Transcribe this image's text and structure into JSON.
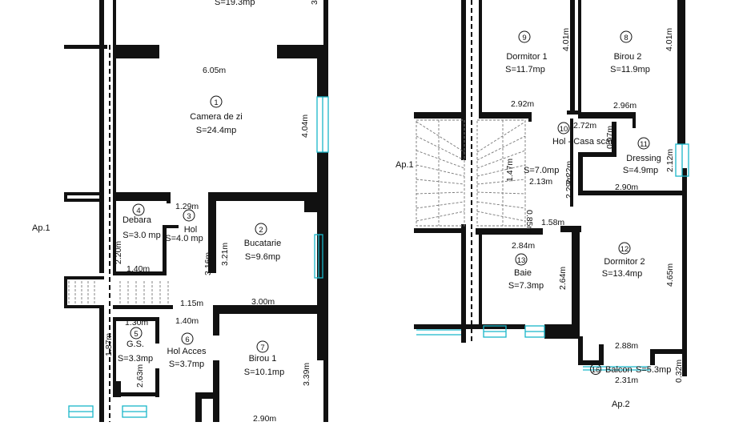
{
  "colors": {
    "walls": "#111111",
    "windows": "#19b6c9",
    "background": "#ffffff"
  },
  "apartments": [
    {
      "label": "Ap.1",
      "rooms": [
        {
          "no": "1",
          "name": "Camera de zi",
          "area": "S=24.4mp"
        },
        {
          "no": "2",
          "name": "Bucatarie",
          "area": "S=9.6mp"
        },
        {
          "no": "3",
          "name": "Hol",
          "area": "S=4.0 mp"
        },
        {
          "no": "4",
          "name": "Debara",
          "area": "S=3.0 mp"
        },
        {
          "no": "5",
          "name": "G.S.",
          "area": "S=3.3mp"
        },
        {
          "no": "6",
          "name": "Hol Acces",
          "area": "S=3.7mp"
        },
        {
          "no": "7",
          "name": "Birou 1",
          "area": "S=10.1mp"
        }
      ],
      "top_area": "S=19.3mp",
      "top_dim": "3.",
      "dimensions": [
        "6.05m",
        "4.04m",
        "1.29m",
        "2.20m",
        "1.40m",
        "3.16m",
        "3.21m",
        "1.15m",
        "3.00m",
        "1.40m",
        "1.30m",
        "1.87m",
        "2.63m",
        "3.39m",
        "2.90m"
      ]
    },
    {
      "label": "Ap.2",
      "side_label": "Ap.1",
      "rooms": [
        {
          "no": "9",
          "name": "Dormitor 1",
          "area": "S=11.7mp"
        },
        {
          "no": "8",
          "name": "Birou 2",
          "area": "S=11.9mp"
        },
        {
          "no": "10",
          "name": "Hol - Casa scarii",
          "area": "S=7.0mp"
        },
        {
          "no": "11",
          "name": "Dressing",
          "area": "S=4.9mp"
        },
        {
          "no": "12",
          "name": "Dormitor 2",
          "area": "S=13.4mp"
        },
        {
          "no": "13",
          "name": "Baie",
          "area": "S=7.3mp"
        },
        {
          "no": "16",
          "name": "Balcon",
          "area": "S=5.3mp"
        }
      ],
      "dimensions": [
        "4.01m",
        "4.01m",
        "2.92m",
        "2.96m",
        "2.72m",
        "0.97m",
        "2.12m",
        "1.47m",
        "2.13m",
        "2.22m",
        "2.29m",
        "2.90m",
        "0.85m",
        "1.58m",
        "2.84m",
        "2.64m",
        "4.65m",
        "2.88m",
        "2.31m",
        "0.32m"
      ]
    }
  ]
}
